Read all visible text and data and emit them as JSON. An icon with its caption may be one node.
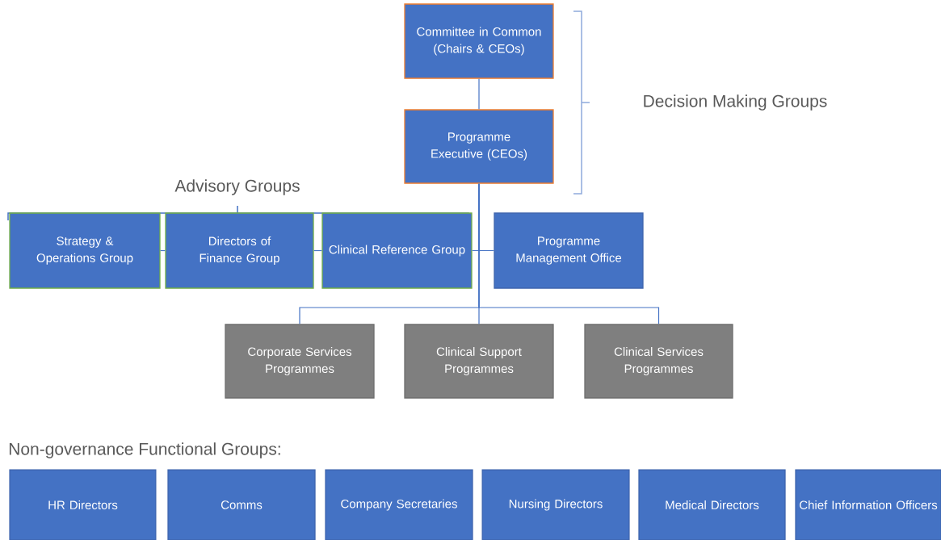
{
  "diagram": {
    "nodes": [
      {
        "text": [
          "Committee in Common (Chairs & CEOs)"
        ]
      },
      {
        "text": [
          "Programme Executive (CEOs)"
        ]
      },
      {
        "text": [
          "Strategy & Operations Group"
        ]
      },
      {
        "text": [
          "Directors of Finance Group"
        ]
      },
      {
        "text": [
          "Clinical Reference Group"
        ]
      },
      {
        "text": [
          "Programme Management Office"
        ]
      },
      {
        "text": [
          "Corporate Services Programmes"
        ]
      },
      {
        "text": [
          "Clinical Support Programmes"
        ]
      },
      {
        "text": [
          "Clinical Services Programmes"
        ]
      },
      {
        "text": [
          "HR Directors"
        ]
      },
      {
        "text": [
          "Comms"
        ]
      },
      {
        "text": [
          "Company Secretaries"
        ]
      },
      {
        "text": [
          "Nursing Directors"
        ]
      },
      {
        "text": [
          "Medical Directors"
        ]
      },
      {
        "text": [
          "Chief Information Officers"
        ]
      }
    ],
    "edges": [
      {
        "from": 0,
        "to": 1,
        "arrow": "none"
      },
      {
        "from": 1,
        "to": 4,
        "arrow": "none"
      },
      {
        "from": 4,
        "to": 3,
        "arrow": "none"
      },
      {
        "from": 3,
        "to": 2,
        "arrow": "none"
      },
      {
        "from": 1,
        "to": 5,
        "arrow": "none"
      },
      {
        "from": 1,
        "to": 6,
        "arrow": "none"
      },
      {
        "from": 1,
        "to": 7,
        "arrow": "none"
      },
      {
        "from": 1,
        "to": 8,
        "arrow": "none"
      }
    ],
    "labels": [
      "Decision Making Groups",
      "Advisory Groups",
      "Non-governance Functional Groups:"
    ]
  }
}
